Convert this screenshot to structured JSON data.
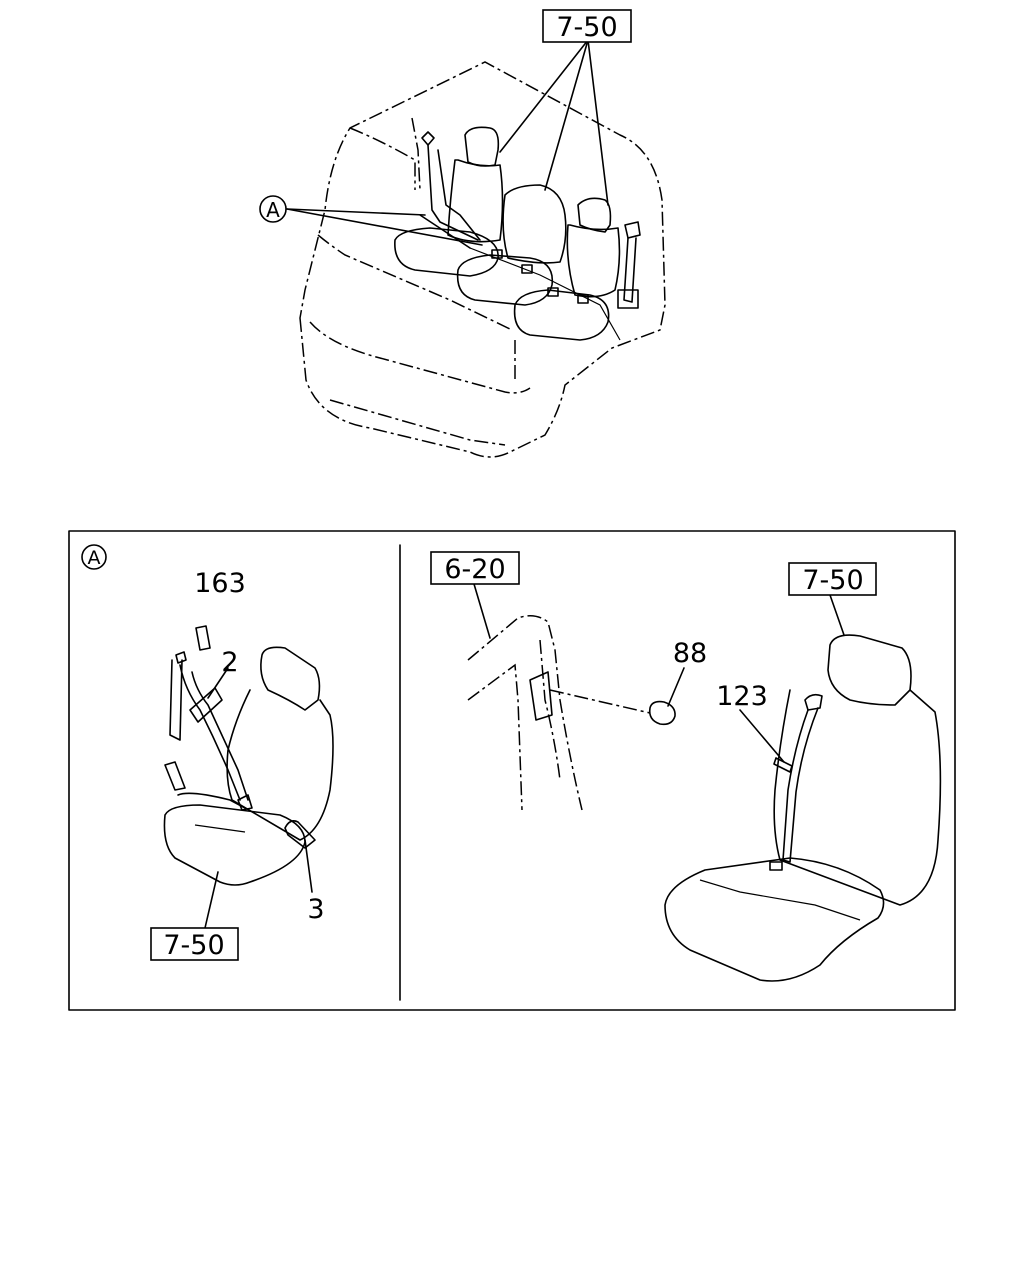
{
  "labels": {
    "ref_top": "7-50",
    "ref_left": "7-50",
    "ref_mid": "6-20",
    "ref_right": "7-50",
    "detail_marker_top": "A",
    "detail_marker_panel": "A",
    "part_163": "163",
    "part_2": "2",
    "part_3": "3",
    "part_88": "88",
    "part_123": "123"
  }
}
